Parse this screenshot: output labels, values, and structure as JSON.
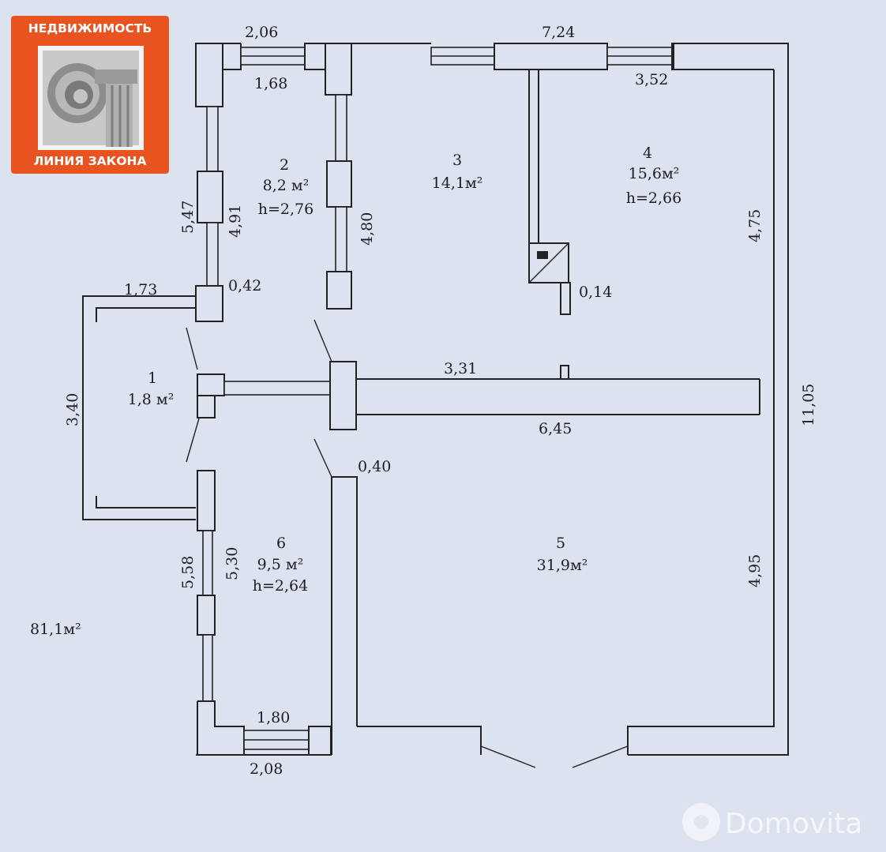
{
  "logo": {
    "line1": "НЕДВИЖИМОСТЬ",
    "line2": "ЛИНИЯ ЗАКОНА",
    "color": "#e8531f"
  },
  "watermark": {
    "text": "Domovita"
  },
  "total_area": "81,1м²",
  "rooms": [
    {
      "id": "room-1",
      "number": "1",
      "area": "1,8 м²",
      "height": ""
    },
    {
      "id": "room-2",
      "number": "2",
      "area": "8,2 м²",
      "height": "h=2,76"
    },
    {
      "id": "room-3",
      "number": "3",
      "area": "14,1м²",
      "height": ""
    },
    {
      "id": "room-4",
      "number": "4",
      "area": "15,6м²",
      "height": "h=2,66"
    },
    {
      "id": "room-5",
      "number": "5",
      "area": "31,9м²",
      "height": ""
    },
    {
      "id": "room-6",
      "number": "6",
      "area": "9,5 м²",
      "height": "h=2,64"
    }
  ],
  "dimensions": {
    "top_left_outer": "2,06",
    "top_left_inner": "1,68",
    "top_total": "7,24",
    "room4_width": "3,52",
    "left_outer_upper": "5,47",
    "room2_height": "4,91",
    "room3_height": "4,80",
    "room4_height": "4,75",
    "vestibule_width": "1,73",
    "small_wall": "0,42",
    "chimney_offset": "0,14",
    "vestibule_height": "3,40",
    "corridor_upper": "3,31",
    "corridor_lower": "6,45",
    "right_total": "11,05",
    "partition": "0,40",
    "left_outer_lower": "5,58",
    "room6_height": "5,30",
    "room5_height": "4,95",
    "bottom_inner": "1,80",
    "bottom_outer": "2,08"
  }
}
